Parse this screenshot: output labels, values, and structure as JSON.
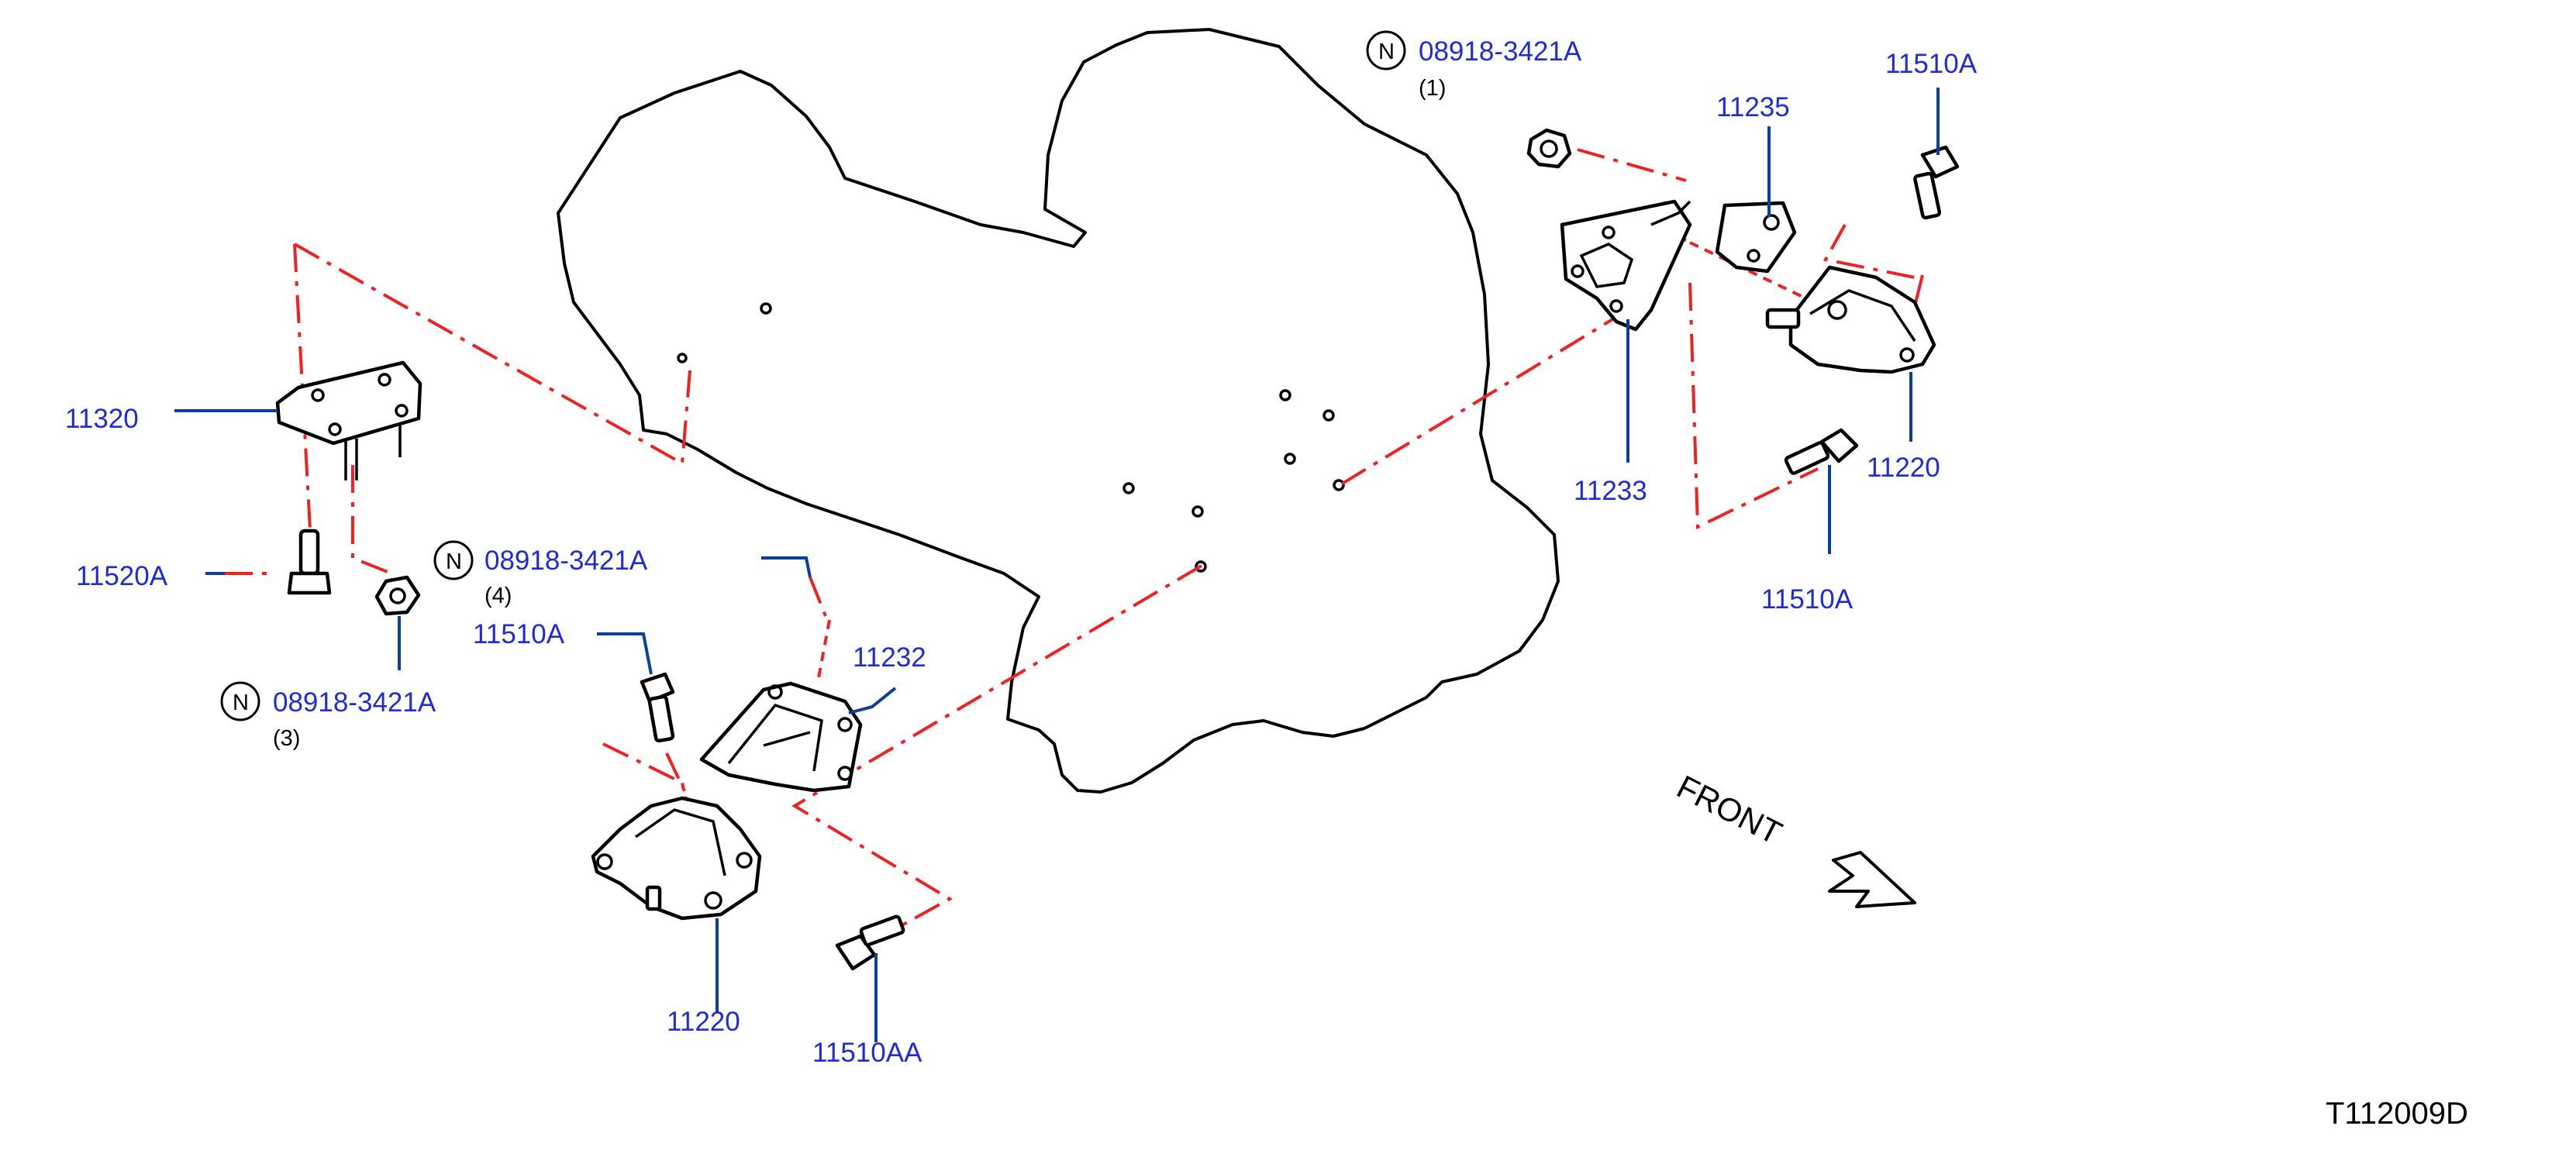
{
  "diagram_code": "T112009D",
  "front_label": "FRONT",
  "note_symbol": "N",
  "callouts": [
    {
      "id": "c1",
      "part_no": "08918-3421A",
      "qty": "(1)",
      "note": true
    },
    {
      "id": "c2",
      "part_no": "11510A"
    },
    {
      "id": "c3",
      "part_no": "11235"
    },
    {
      "id": "c4",
      "part_no": "11233"
    },
    {
      "id": "c5",
      "part_no": "11220"
    },
    {
      "id": "c6",
      "part_no": "11510A"
    },
    {
      "id": "c7",
      "part_no": "11320"
    },
    {
      "id": "c8",
      "part_no": "11520A"
    },
    {
      "id": "c9",
      "part_no": "08918-3421A",
      "qty": "(4)",
      "note": true
    },
    {
      "id": "c10",
      "part_no": "08918-3421A",
      "qty": "(3)",
      "note": true
    },
    {
      "id": "c11",
      "part_no": "11510A"
    },
    {
      "id": "c12",
      "part_no": "11232"
    },
    {
      "id": "c13",
      "part_no": "11220"
    },
    {
      "id": "c14",
      "part_no": "11510AA"
    }
  ],
  "colors": {
    "label": "#1f2bd6",
    "leader": "#0d3f9a",
    "dash": "#ee2222",
    "outline": "#000000"
  }
}
